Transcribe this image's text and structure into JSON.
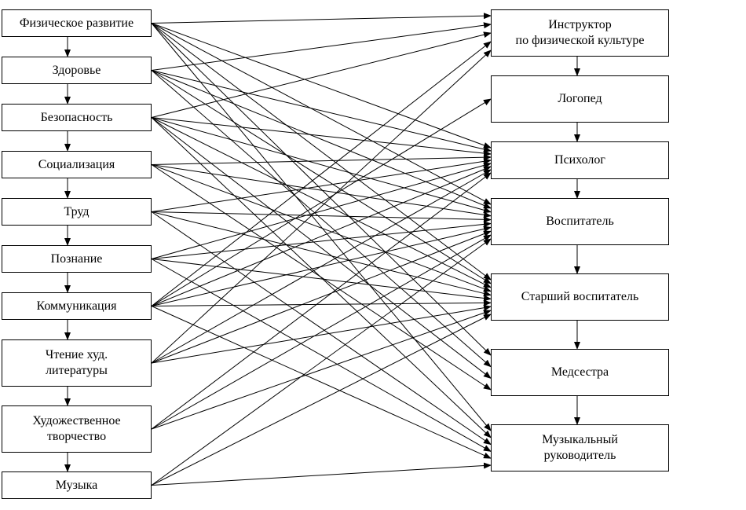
{
  "areas": [
    "Физическое развитие",
    "Здоровье",
    "Безопасность",
    "Социализация",
    "Труд",
    "Познание",
    "Коммуникация",
    "Чтение худ.\nлитературы",
    "Художественное\nтворчество",
    "Музыка"
  ],
  "specialists": [
    "Инструктор\nпо физической культуре",
    "Логопед",
    "Психолог",
    "Воспитатель",
    "Старший воспитатель",
    "Медсестра",
    "Музыкальный\nруководитель"
  ],
  "links": [
    [
      0,
      0
    ],
    [
      0,
      2
    ],
    [
      0,
      3
    ],
    [
      0,
      4
    ],
    [
      0,
      5
    ],
    [
      0,
      6
    ],
    [
      1,
      0
    ],
    [
      1,
      2
    ],
    [
      1,
      3
    ],
    [
      1,
      4
    ],
    [
      1,
      5
    ],
    [
      2,
      0
    ],
    [
      2,
      2
    ],
    [
      2,
      3
    ],
    [
      2,
      4
    ],
    [
      2,
      5
    ],
    [
      2,
      6
    ],
    [
      3,
      2
    ],
    [
      3,
      3
    ],
    [
      3,
      4
    ],
    [
      3,
      5
    ],
    [
      4,
      2
    ],
    [
      4,
      3
    ],
    [
      4,
      4
    ],
    [
      4,
      6
    ],
    [
      5,
      2
    ],
    [
      5,
      3
    ],
    [
      5,
      4
    ],
    [
      5,
      6
    ],
    [
      6,
      0
    ],
    [
      6,
      1
    ],
    [
      6,
      2
    ],
    [
      6,
      3
    ],
    [
      6,
      4
    ],
    [
      6,
      6
    ],
    [
      7,
      0
    ],
    [
      7,
      2
    ],
    [
      7,
      3
    ],
    [
      7,
      4
    ],
    [
      8,
      2
    ],
    [
      8,
      3
    ],
    [
      8,
      4
    ],
    [
      9,
      3
    ],
    [
      9,
      4
    ],
    [
      9,
      6
    ]
  ],
  "colors": {
    "line": "#000000",
    "background": "#ffffff"
  }
}
